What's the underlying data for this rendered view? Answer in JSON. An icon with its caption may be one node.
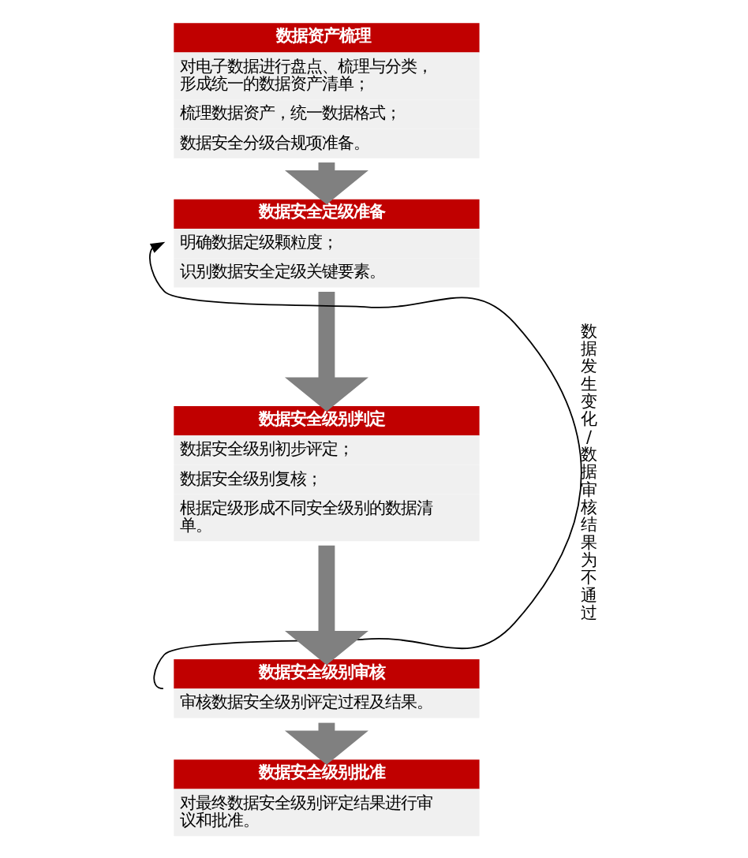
{
  "diagram": {
    "nodes": [
      {
        "text": [
          "数据资产梳理",
          "对电子数据进行盘点、梳理与分类，形成统一的数据资产清单；",
          "梳理数据资产，统一数据格式；",
          "数据安全分级合规项准备。"
        ]
      },
      {
        "text": [
          "数据安全定级准备",
          "明确数据定级颗粒度；",
          "识别数据安全定级关键要素。"
        ]
      },
      {
        "text": [
          "数据安全级别判定",
          "数据安全级别初步评定；",
          "数据安全级别复核；",
          "根据定级形成不同安全级别的数据清单。"
        ]
      },
      {
        "text": [
          "数据安全级别审核",
          "审核数据安全级别评定过程及结果。"
        ]
      },
      {
        "text": [
          "数据安全级别批准",
          "对最终数据安全级别评定结果进行审议和批准。"
        ]
      }
    ],
    "edges": [
      {
        "from": 0,
        "to": 1,
        "arrow": "to"
      },
      {
        "from": 1,
        "to": 2,
        "arrow": "to"
      },
      {
        "from": 2,
        "to": 3,
        "arrow": "to"
      },
      {
        "from": 3,
        "to": 4,
        "arrow": "to"
      },
      {
        "from": 3,
        "to": 1,
        "arrow": "to",
        "label": "数据发生变化/数据审核结果为不通过",
        "color": "#000000"
      }
    ]
  }
}
